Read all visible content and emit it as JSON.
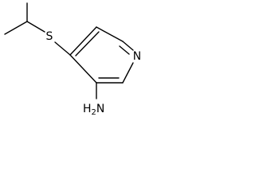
{
  "molecule": {
    "atoms": {
      "sulfur": "S",
      "nitrogen": "N",
      "amine_h": "H",
      "amine_sub": "2",
      "amine_n": "N"
    }
  }
}
